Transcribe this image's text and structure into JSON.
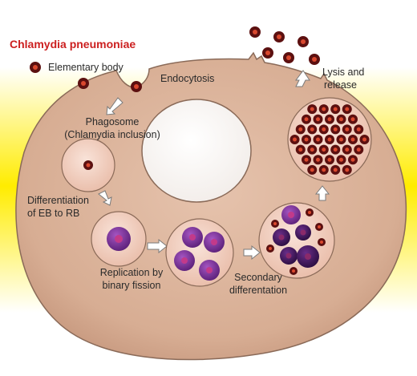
{
  "title": "Chlamydia pneumoniae",
  "labels": {
    "elementary_body": "Elementary body",
    "endocytosis": "Endocytosis",
    "phagosome_line1": "Phagosome",
    "phagosome_line2": "(Chlamydia inclusion)",
    "differentiation_line1": "Differentiation",
    "differentiation_line2": "of EB to RB",
    "replication_line1": "Replication by",
    "replication_line2": "binary fission",
    "secondary_line1": "Secondary",
    "secondary_line2": "differentation",
    "lysis_line1": "Lysis and",
    "lysis_line2": "release"
  },
  "colors": {
    "title": "#cc1f1f",
    "background_glow": "#ffec00",
    "cell": "#dcb49c",
    "cell_edge": "#8a6a58",
    "inclusion": "#f2d3c6",
    "eb_outer": "#5c1010",
    "eb_inner": "#d9482e",
    "rb_outer": "#7a2e9a",
    "rb_inner": "#c23a8a",
    "arrow": "#ffffff",
    "label": "#2a2a2a"
  }
}
